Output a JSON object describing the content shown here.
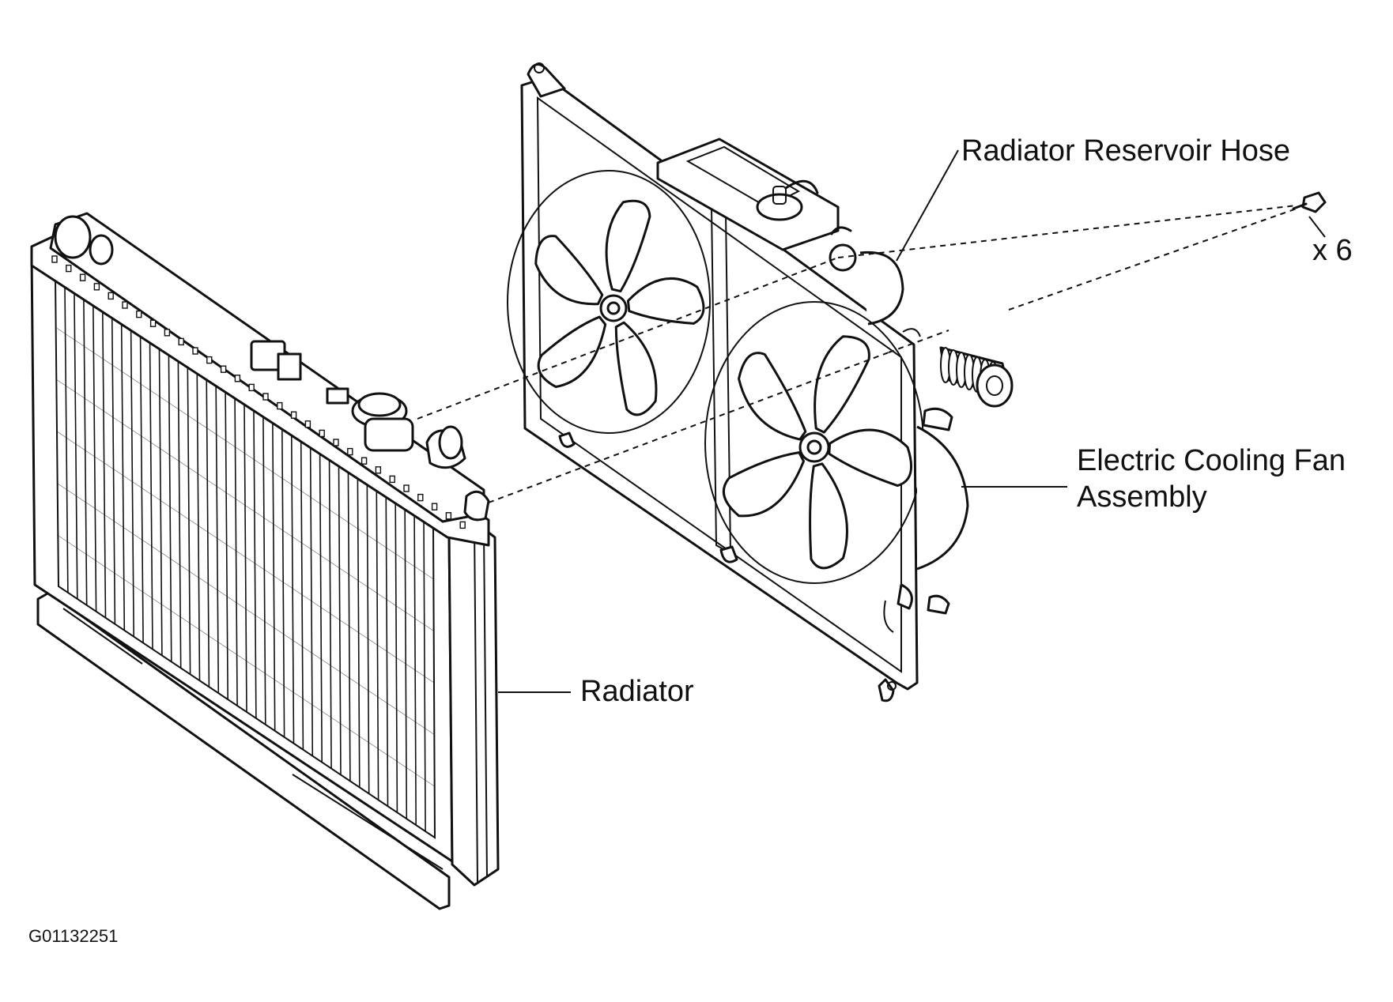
{
  "labels": {
    "reservoir_hose": "Radiator Reservoir Hose",
    "bolt_qty": "x 6",
    "fan_assembly_line1": "Electric Cooling Fan",
    "fan_assembly_line2": "Assembly",
    "radiator": "Radiator",
    "figure_code": "G01132251"
  },
  "colors": {
    "ink": "#111111",
    "paper": "#ffffff"
  }
}
